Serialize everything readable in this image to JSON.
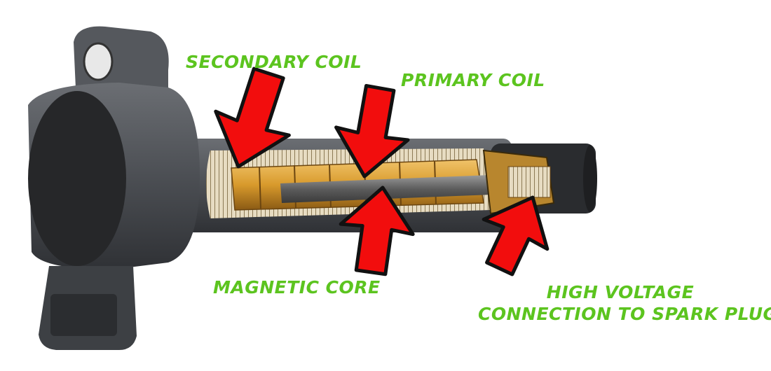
{
  "colors": {
    "label": "#5cc41f",
    "arrow": "#f20d0d",
    "arrow_outline": "#111111",
    "coil_body": "#4a4d52",
    "copper": "#d9a441"
  },
  "labels": {
    "secondary_coil": "SECONDARY COIL",
    "primary_coil": "PRIMARY COIL",
    "magnetic_core": "MAGNETIC CORE",
    "high_voltage_line1": "HIGH VOLTAGE",
    "high_voltage_line2": "CONNECTION TO SPARK PLUG"
  }
}
